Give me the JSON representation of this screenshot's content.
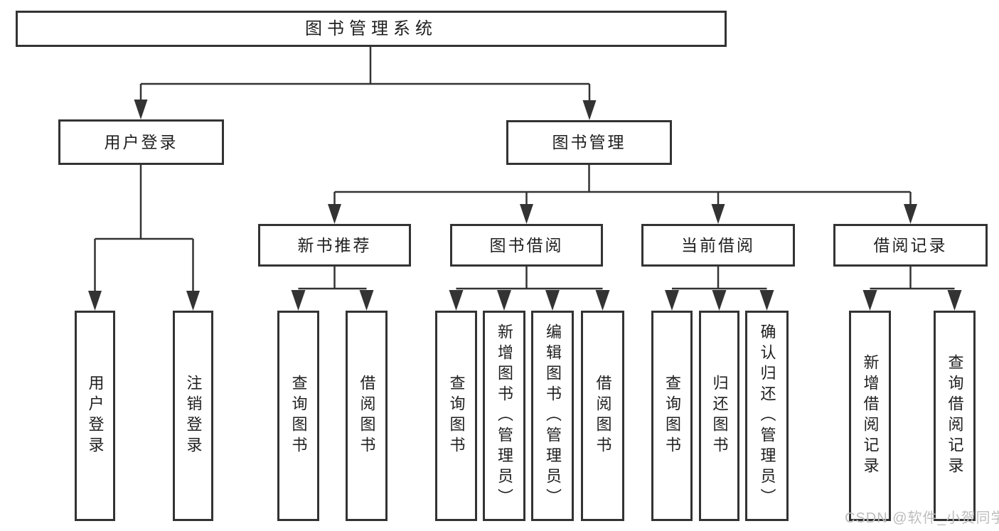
{
  "diagram_title": "图书管理系统",
  "tree": {
    "root": {
      "label": "图书管理系统"
    },
    "branches": [
      {
        "label": "用户登录",
        "children": [
          {
            "label": "用户登录"
          },
          {
            "label": "注销登录"
          }
        ]
      },
      {
        "label": "图书管理",
        "children": [
          {
            "label": "新书推荐",
            "children": [
              {
                "label": "查询图书"
              },
              {
                "label": "借阅图书"
              }
            ]
          },
          {
            "label": "图书借阅",
            "children": [
              {
                "label": "查询图书"
              },
              {
                "label": "新增图书（管理员）"
              },
              {
                "label": "编辑图书（管理员）"
              },
              {
                "label": "借阅图书"
              }
            ]
          },
          {
            "label": "当前借阅",
            "children": [
              {
                "label": "查询图书"
              },
              {
                "label": "归还图书"
              },
              {
                "label": "确认归还（管理员）"
              }
            ]
          },
          {
            "label": "借阅记录",
            "children": [
              {
                "label": "新增借阅记录"
              },
              {
                "label": "查询借阅记录"
              }
            ]
          }
        ]
      }
    ]
  },
  "watermark": "CSDN @软件_小贺同学",
  "colors": {
    "line": "#333333",
    "box_border": "#333333",
    "box_fill": "#ffffff",
    "text": "#1f1f1f",
    "watermark": "#bdbdbd",
    "background": "#ffffff"
  }
}
